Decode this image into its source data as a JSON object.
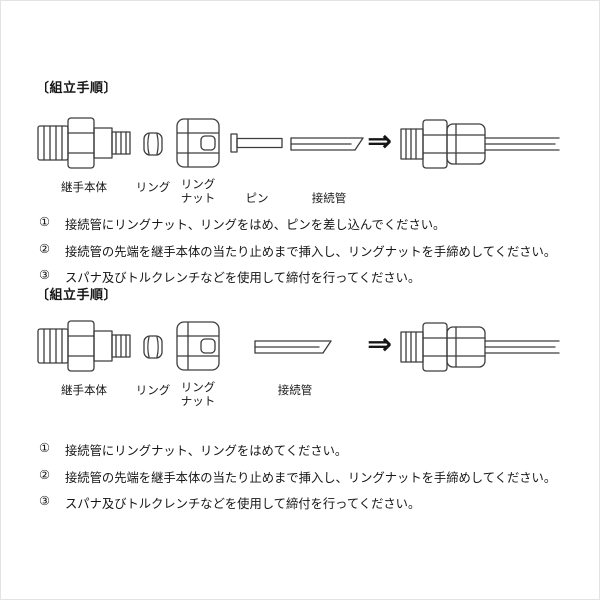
{
  "section1": {
    "heading": "〔組立手順〕",
    "arrow": "⇒",
    "parts": {
      "body": "継手本体",
      "ring": "リング",
      "nut": "リング\nナット",
      "pin": "ピン",
      "pipe": "接続管"
    },
    "steps": [
      {
        "num": "①",
        "text": "接続管にリングナット、リングをはめ、ピンを差し込んでください。"
      },
      {
        "num": "②",
        "text": "接続管の先端を継手本体の当たり止めまで挿入し、リングナットを手締めしてください。"
      },
      {
        "num": "③",
        "text": "スパナ及びトルクレンチなどを使用して締付を行ってください。"
      }
    ]
  },
  "section2": {
    "heading": "〔組立手順〕",
    "arrow": "⇒",
    "parts": {
      "body": "継手本体",
      "ring": "リング",
      "nut": "リング\nナット",
      "pipe": "接続管"
    },
    "steps": [
      {
        "num": "①",
        "text": "接続管にリングナット、リングをはめてください。"
      },
      {
        "num": "②",
        "text": "接続管の先端を継手本体の当たり止めまで挿入し、リングナットを手締めしてください。"
      },
      {
        "num": "③",
        "text": "スパナ及びトルクレンチなどを使用して締付を行ってください。"
      }
    ]
  }
}
